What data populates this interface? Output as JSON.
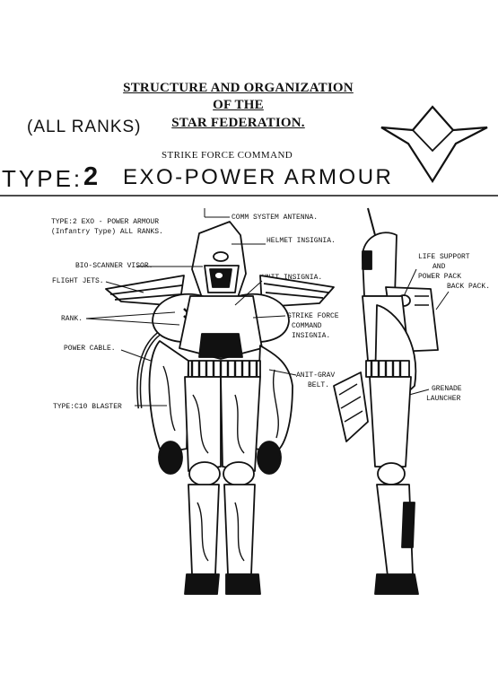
{
  "header": {
    "title_line1": "STRUCTURE AND ORGANIZATION",
    "title_line2": "OF THE",
    "title_line3": "STAR FEDERATION.",
    "ranks": "(ALL RANKS)",
    "command": "STRIKE FORCE COMMAND",
    "type_prefix": "TYPE:",
    "type_number": "2",
    "type_name": "EXO-POWER ARMOUR"
  },
  "caption": {
    "line1": "TYPE:2 EXO - POWER ARMOUR",
    "line2": "(Infantry Type) ALL RANKS."
  },
  "labels": {
    "comm_antenna": "COMM SYSTEM ANTENNA.",
    "helmet_insignia": "HELMET INSIGNIA.",
    "bio_scanner": "BIO-SCANNER VISOR.",
    "flight_jets": "FLIGHT JETS.",
    "unit_insignia": "UNIT INSIGNIA.",
    "rank": "RANK.",
    "strike_force_1": "STRIKE FORCE",
    "strike_force_2": "COMMAND",
    "strike_force_3": "INSIGNIA.",
    "power_cable": "POWER CABLE.",
    "anti_grav_1": "ANIT-GRAV",
    "anti_grav_2": "BELT.",
    "blaster": "TYPE:C10 BLASTER",
    "life_support_1": "LIFE SUPPORT",
    "life_support_2": "AND",
    "life_support_3": "POWER PACK",
    "life_support_4": "BACK PACK.",
    "grenade_1": "GRENADE",
    "grenade_2": "LAUNCHER"
  }
}
